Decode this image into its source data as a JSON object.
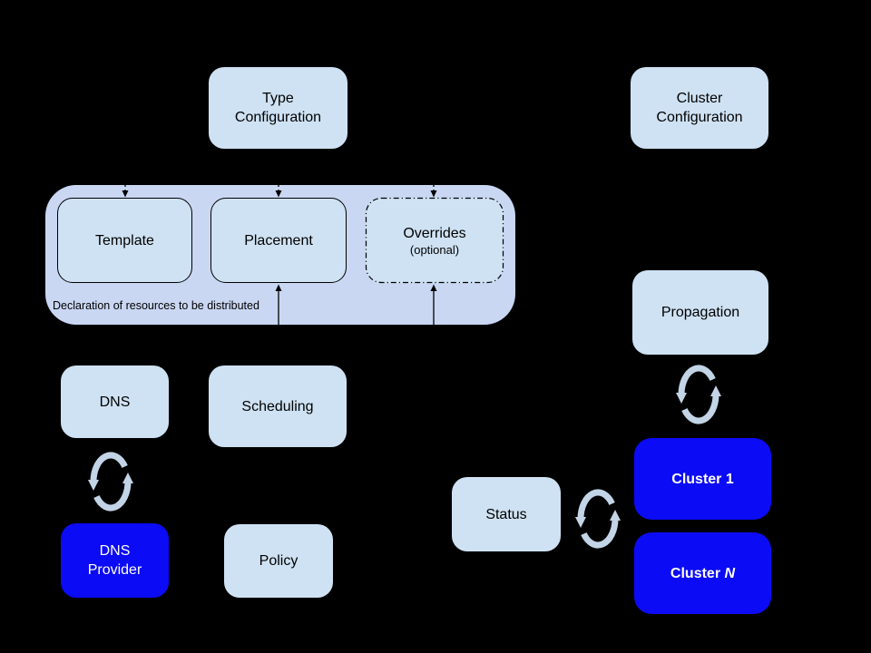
{
  "colors": {
    "background": "#000000",
    "node_fill_light": "#cfe2f3",
    "group_fill": "#c9d7f3",
    "node_fill_accent": "#0b0bf5",
    "text_dark": "#000000",
    "text_light": "#ffffff",
    "connector": "#000000",
    "sync_icon": "#c2d4e6"
  },
  "icons": {
    "sync": "circular-chasing-arrows"
  },
  "group": {
    "caption": "Declaration of resources to be distributed"
  },
  "nodes": {
    "type_configuration": {
      "label": "Type\nConfiguration"
    },
    "cluster_configuration": {
      "label": "Cluster\nConfiguration"
    },
    "template": {
      "label": "Template"
    },
    "placement": {
      "label": "Placement"
    },
    "overrides": {
      "label": "Overrides",
      "sublabel": "(optional)"
    },
    "dns": {
      "label": "DNS"
    },
    "scheduling": {
      "label": "Scheduling"
    },
    "dns_provider": {
      "label": "DNS\nProvider"
    },
    "policy": {
      "label": "Policy"
    },
    "propagation": {
      "label": "Propagation"
    },
    "status": {
      "label": "Status"
    },
    "cluster_1": {
      "label": "Cluster 1"
    },
    "cluster_n": {
      "label_prefix": "Cluster ",
      "label_suffix": "N"
    }
  }
}
